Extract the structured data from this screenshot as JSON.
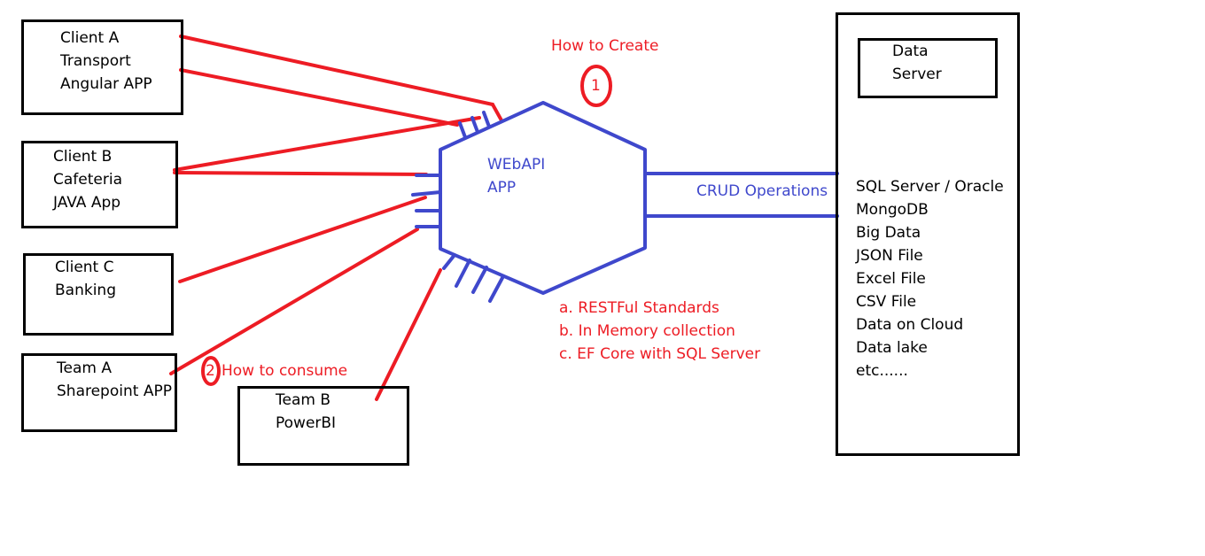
{
  "clients": [
    {
      "lines": [
        "Client A",
        "Transport",
        "Angular APP"
      ]
    },
    {
      "lines": [
        "Client B",
        "Cafeteria",
        "JAVA App"
      ]
    },
    {
      "lines": [
        "Client C",
        "Banking"
      ]
    },
    {
      "lines": [
        "Team A",
        "Sharepoint APP"
      ]
    },
    {
      "lines": [
        "Team B",
        "PowerBI"
      ]
    }
  ],
  "webapi": {
    "lines": [
      "WEbAPI",
      "APP"
    ]
  },
  "crud_label": "CRUD Operations",
  "how_to_create": {
    "number": "1",
    "label": "How to Create"
  },
  "how_to_consume": {
    "number": "2",
    "label": "How to consume"
  },
  "approaches": [
    "a. RESTFul Standards",
    "b. In Memory collection",
    "c. EF Core  with SQL Server"
  ],
  "data_server": {
    "title_lines": [
      "Data",
      "Server"
    ],
    "sources": [
      "SQL Server / Oracle",
      "MongoDB",
      "Big Data",
      "JSON File",
      "Excel File",
      "CSV File",
      "Data on Cloud",
      "Data lake",
      "etc......"
    ]
  },
  "colors": {
    "red": "#ed1c24",
    "blue": "#3f48cc",
    "black": "#000000"
  }
}
